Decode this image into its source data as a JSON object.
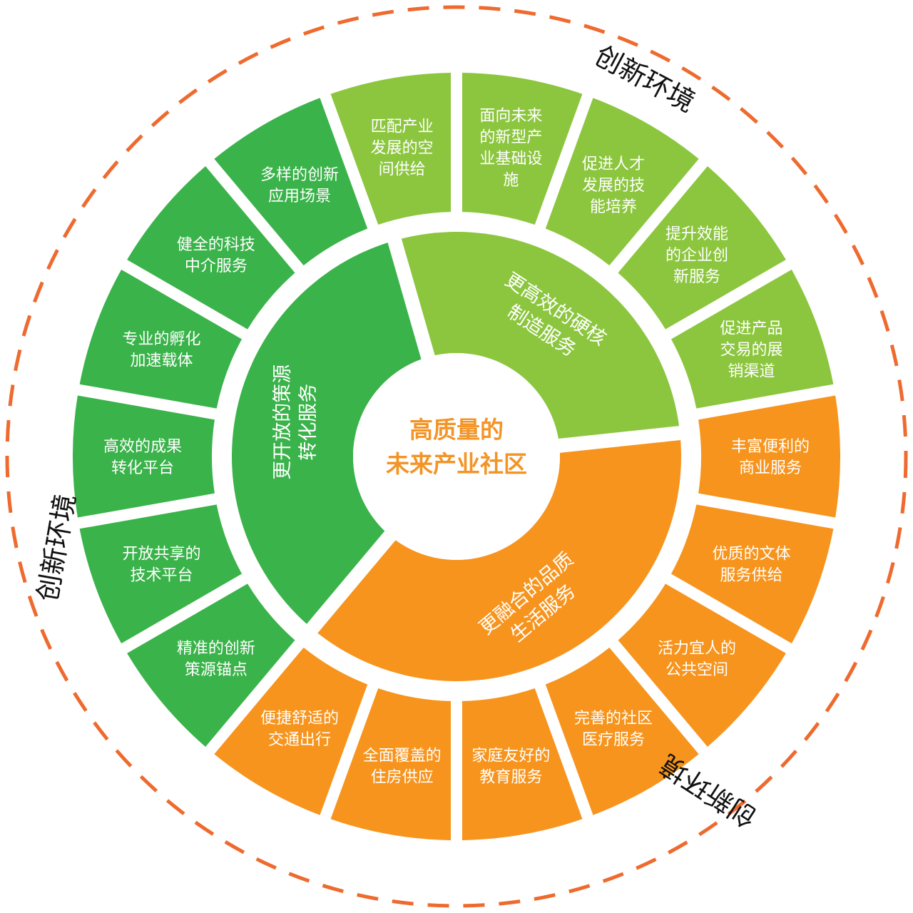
{
  "colors": {
    "dark_green": "#3ab34a",
    "lime_green": "#8cc63f",
    "orange": "#f7941d",
    "dashed_ring": "#ee6a2e",
    "center_text": "#f39426",
    "background": "#ffffff"
  },
  "center": {
    "line1": "高质量的",
    "line2": "未来产业社区"
  },
  "inner_ring": [
    {
      "id": "manufacturing",
      "lines": [
        "更高效的硬核",
        "制造服务"
      ],
      "color": "lime_green",
      "start_deg": -16,
      "end_deg": 84
    },
    {
      "id": "life",
      "lines": [
        "更融合的品质",
        "生活服务"
      ],
      "color": "orange",
      "start_deg": 84,
      "end_deg": 220
    },
    {
      "id": "innovation",
      "lines": [
        "更开放的策源",
        "转化服务"
      ],
      "color": "dark_green",
      "start_deg": 220,
      "end_deg": 344
    }
  ],
  "outer_ring": [
    {
      "lines": [
        "面向未来",
        "的新型产",
        "业基础设",
        "施"
      ],
      "color": "lime_green"
    },
    {
      "lines": [
        "促进人才",
        "发展的技",
        "能培养"
      ],
      "color": "lime_green"
    },
    {
      "lines": [
        "提升效能",
        "的企业创",
        "新服务"
      ],
      "color": "lime_green"
    },
    {
      "lines": [
        "促进产品",
        "交易的展",
        "销渠道"
      ],
      "color": "lime_green"
    },
    {
      "lines": [
        "丰富便利的",
        "商业服务"
      ],
      "color": "orange"
    },
    {
      "lines": [
        "优质的文体",
        "服务供给"
      ],
      "color": "orange"
    },
    {
      "lines": [
        "活力宜人的",
        "公共空间"
      ],
      "color": "orange"
    },
    {
      "lines": [
        "完善的社区",
        "医疗服务"
      ],
      "color": "orange"
    },
    {
      "lines": [
        "家庭友好的",
        "教育服务"
      ],
      "color": "orange"
    },
    {
      "lines": [
        "全面覆盖的",
        "住房供应"
      ],
      "color": "orange"
    },
    {
      "lines": [
        "便捷舒适的",
        "交通出行"
      ],
      "color": "orange"
    },
    {
      "lines": [
        "精准的创新",
        "策源锚点"
      ],
      "color": "dark_green"
    },
    {
      "lines": [
        "开放共享的",
        "技术平台"
      ],
      "color": "dark_green"
    },
    {
      "lines": [
        "高效的成果",
        "转化平台"
      ],
      "color": "dark_green"
    },
    {
      "lines": [
        "专业的孵化",
        "加速载体"
      ],
      "color": "dark_green"
    },
    {
      "lines": [
        "健全的科技",
        "中介服务"
      ],
      "color": "dark_green"
    },
    {
      "lines": [
        "多样的创新",
        "应用场景"
      ],
      "color": "dark_green"
    },
    {
      "lines": [
        "匹配产业",
        "发展的空",
        "间供给"
      ],
      "color": "lime_green"
    }
  ],
  "environment_labels": [
    {
      "text": "创新环境",
      "position": "top-right"
    },
    {
      "text": "创新环境",
      "position": "left"
    },
    {
      "text": "创新环境",
      "position": "bottom-right"
    }
  ]
}
